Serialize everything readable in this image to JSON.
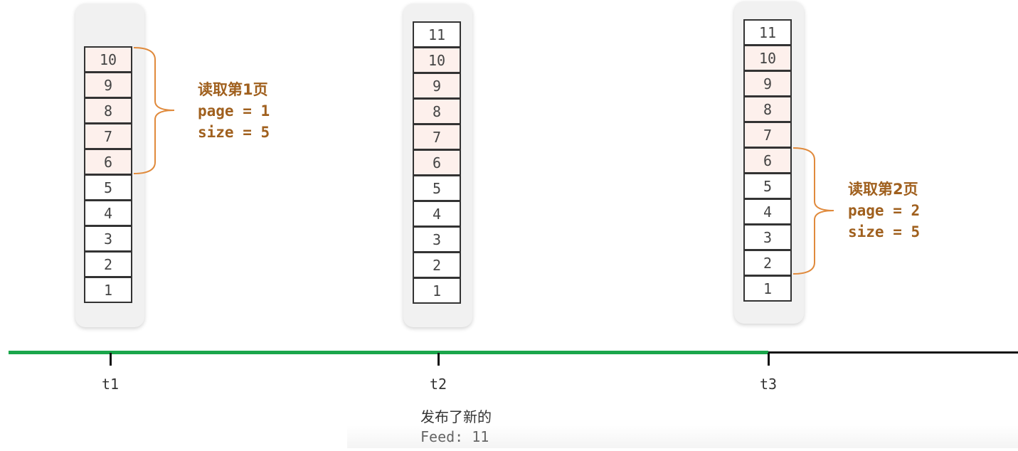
{
  "columns": [
    {
      "time": "t1",
      "items": [
        "10",
        "9",
        "8",
        "7",
        "6",
        "5",
        "4",
        "3",
        "2",
        "1"
      ],
      "highlighted": [
        "10",
        "9",
        "8",
        "7",
        "6"
      ]
    },
    {
      "time": "t2",
      "items": [
        "11",
        "10",
        "9",
        "8",
        "7",
        "6",
        "5",
        "4",
        "3",
        "2",
        "1"
      ],
      "highlighted": [
        "10",
        "9",
        "8",
        "7",
        "6"
      ]
    },
    {
      "time": "t3",
      "items": [
        "11",
        "10",
        "9",
        "8",
        "7",
        "6",
        "5",
        "4",
        "3",
        "2",
        "1"
      ],
      "highlighted": [
        "10",
        "9",
        "8",
        "7",
        "6"
      ]
    }
  ],
  "notes": [
    {
      "title": "读取第1页",
      "page": "page = 1",
      "size": "size = 5"
    },
    {
      "title": "读取第2页",
      "page": "page = 2",
      "size": "size = 5"
    }
  ],
  "timeline": {
    "labels": [
      "t1",
      "t2",
      "t3"
    ],
    "elapsed_color": "#1aa64b",
    "future_color": "#111111"
  },
  "caption": {
    "line1": "发布了新的",
    "line2": "Feed: 11"
  },
  "colors": {
    "highlight": "#fdf0ec",
    "brace": "#e08a3c",
    "note": "#a0601e"
  }
}
